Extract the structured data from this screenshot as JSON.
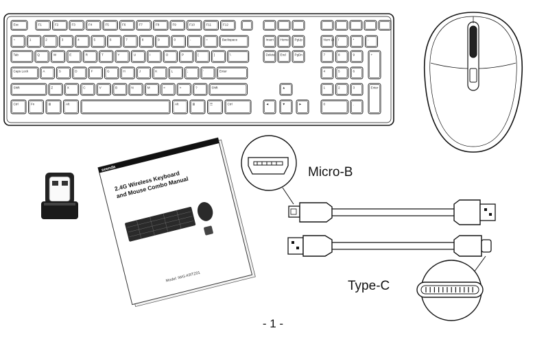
{
  "page": {
    "page_number": "- 1 -"
  },
  "keyboard": {
    "rows": [
      [
        "Esc",
        "F1",
        "F2",
        "F3",
        "F4",
        "F5",
        "F6",
        "F7",
        "F8",
        "F9",
        "F10",
        "F11",
        "F12",
        "",
        "",
        "",
        "",
        "",
        "",
        "",
        "",
        ""
      ],
      [
        "~",
        "1",
        "2",
        "3",
        "4",
        "5",
        "6",
        "7",
        "8",
        "9",
        "0",
        "-",
        "=",
        "Backspace",
        "Insert",
        "Home",
        "PgUp",
        "Num Lk",
        "/",
        "*",
        "-"
      ],
      [
        "Tab",
        "Q",
        "W",
        "E",
        "R",
        "T",
        "Y",
        "U",
        "I",
        "O",
        "P",
        "[",
        "]",
        "\\",
        "Delete",
        "End",
        "PgDn",
        "7",
        "8",
        "9",
        "+"
      ],
      [
        "Caps Lock",
        "A",
        "S",
        "D",
        "F",
        "G",
        "H",
        "J",
        "K",
        "L",
        ";",
        "'",
        "Enter",
        "4",
        "5",
        "6"
      ],
      [
        "Shift",
        "Z",
        "X",
        "C",
        "V",
        "B",
        "N",
        "M",
        "<",
        ">",
        "?",
        "Shift",
        "▲",
        "1",
        "2",
        "3",
        "Enter"
      ],
      [
        "Ctrl",
        "Fn",
        "⊞",
        "Alt",
        "",
        "Alt",
        "⊞",
        "☰",
        "Ctrl",
        "◄",
        "▼",
        "►",
        "0",
        "."
      ]
    ]
  },
  "manual": {
    "brand": "seenda",
    "title_line1": "2.4G Wireless Keyboard",
    "title_line2": "and Mouse Combo Manual",
    "model": "Model: IWG-KRTZ01"
  },
  "cable": {
    "micro_b_label": "Micro-B",
    "type_c_label": "Type-C"
  }
}
